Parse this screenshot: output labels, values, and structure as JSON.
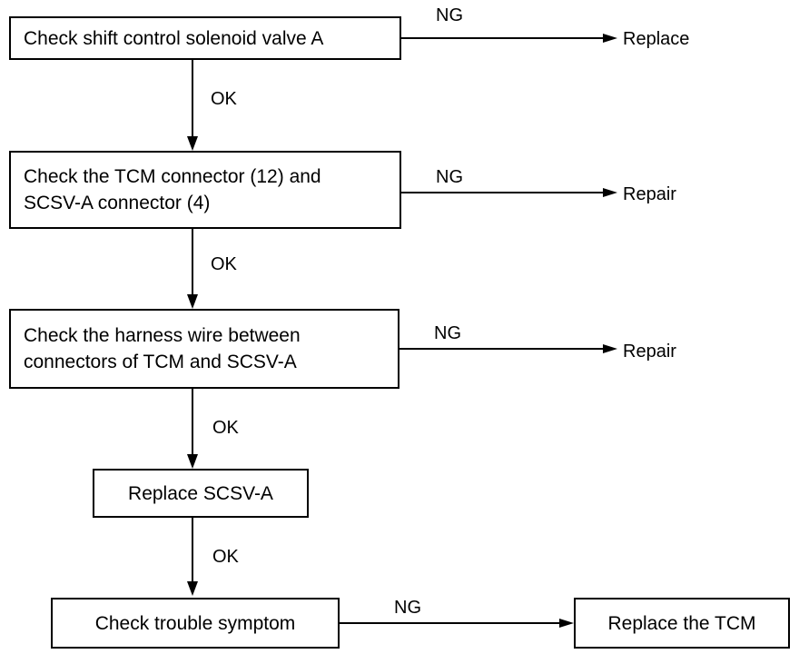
{
  "flow": {
    "step1": {
      "text": "Check shift control solenoid valve A",
      "ng": "NG",
      "ng_result": "Replace",
      "ok": "OK"
    },
    "step2": {
      "line1": "Check the TCM connector (12) and",
      "line2": "SCSV-A connector (4)",
      "ng": "NG",
      "ng_result": "Repair",
      "ok": "OK"
    },
    "step3": {
      "line1": "Check the harness wire between",
      "line2": "connectors of TCM and SCSV-A",
      "ng": "NG",
      "ng_result": "Repair",
      "ok": "OK"
    },
    "step4": {
      "text": "Replace SCSV-A",
      "ok": "OK"
    },
    "step5": {
      "text": "Check trouble symptom",
      "ng": "NG",
      "ng_result": "Replace the TCM"
    }
  }
}
